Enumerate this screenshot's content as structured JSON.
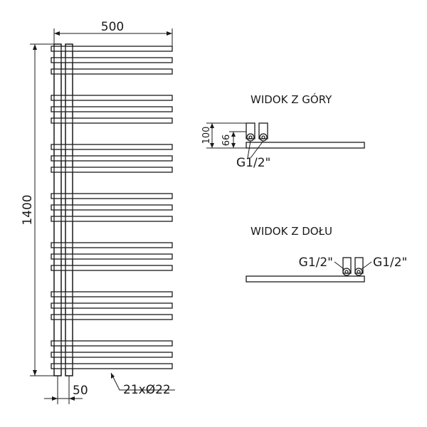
{
  "front": {
    "width_label": "500",
    "height_label": "1400",
    "rail_label": "50",
    "tubes_label": "21xØ22",
    "tube_count": 21,
    "tube_groups": [
      3,
      3,
      3,
      3,
      3,
      3,
      3
    ]
  },
  "top_view": {
    "title": "WIDOK Z GÓRY",
    "depth_label": "100",
    "inner_label": "66",
    "thread_label": "G1/2\""
  },
  "bottom_view": {
    "title": "WIDOK Z DOŁU",
    "thread_left_label": "G1/2\"",
    "thread_right_label": "G1/2\""
  },
  "colors": {
    "stroke": "#1a1a1a",
    "background": "#ffffff"
  }
}
